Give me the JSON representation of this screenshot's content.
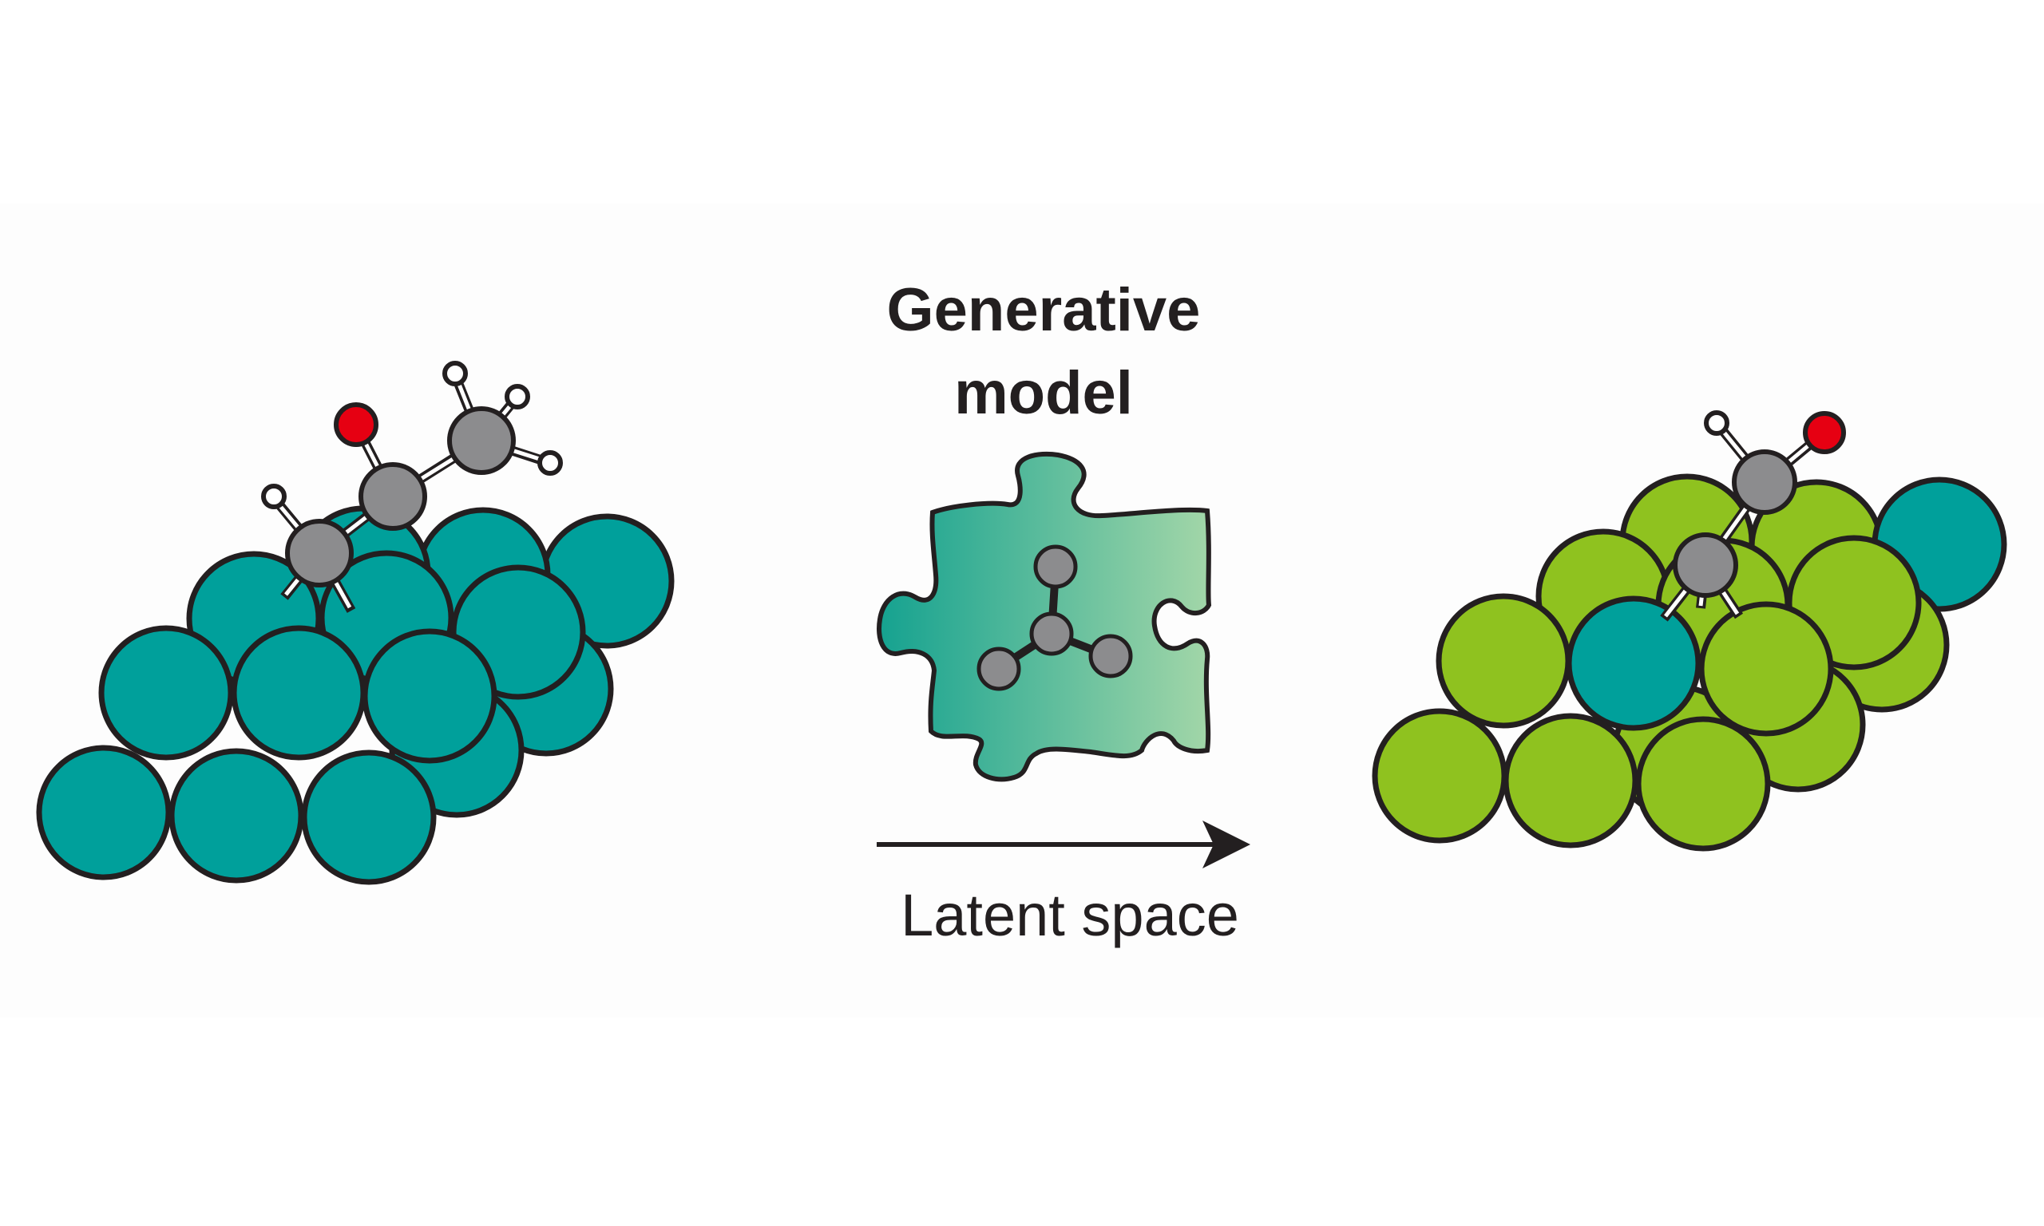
{
  "title": {
    "line1": "Generative",
    "line2": "model"
  },
  "arrow_label": "Latent space",
  "colors": {
    "teal_atom": "#00a09b",
    "green_atom": "#8fc21f",
    "carbon": "#8c8c8e",
    "oxygen": "#e60012",
    "hydrogen": "#ffffff",
    "outline": "#231f20",
    "puzzle_gradient_start": "#15a290",
    "puzzle_gradient_end": "#a2d6a8"
  },
  "icons": {
    "left": "teal-metal-surface-with-adsorbed-molecule-icon",
    "center": "puzzle-piece-with-molecule-icon",
    "right": "alloy-metal-surface-with-adsorbed-molecule-icon",
    "arrow": "right-arrow-icon"
  }
}
